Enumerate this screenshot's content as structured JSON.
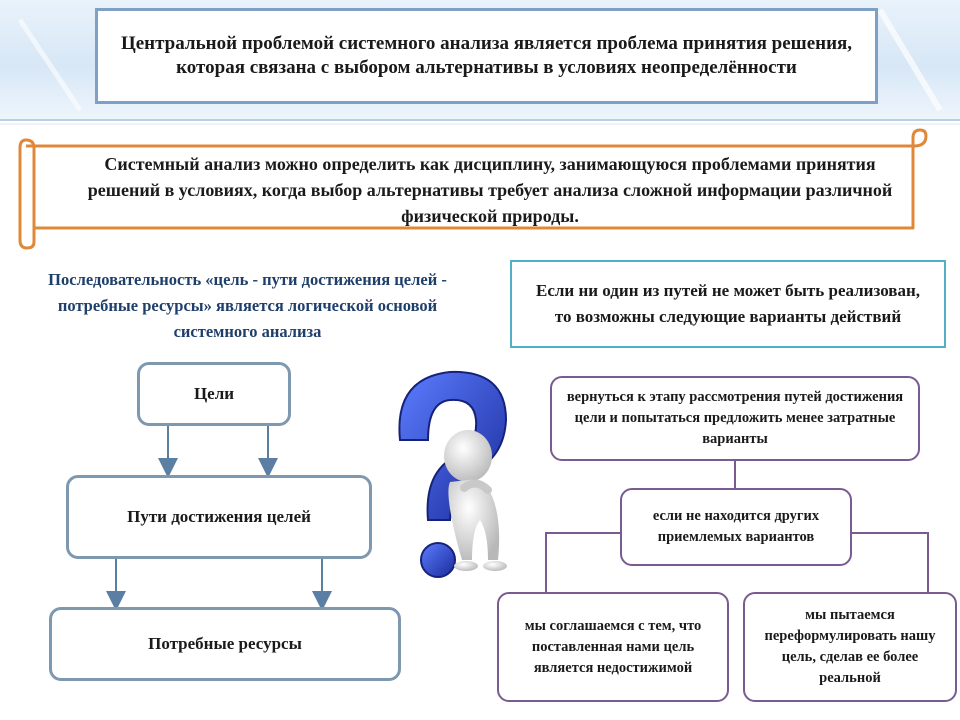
{
  "title": "Центральной проблемой системного анализа является проблема принятия решения, которая связана с выбором  альтернативы в условиях неопределённости",
  "definition": "Системный анализ можно определить как дисциплину, занимающуюся проблемами принятия решений в условиях, когда выбор альтернативы требует анализа сложной информации различной физической природы.",
  "left_caption": "Последовательность «цель - пути достижения целей - потребные ресурсы» является логической основой системного анализа",
  "flow": {
    "goals": "Цели",
    "paths": "Пути достижения целей",
    "resources": "Потребные ресурсы"
  },
  "right_header": "Если ни один из путей не может быть реализован, то возможны следующие варианты действий",
  "options": {
    "return": "вернуться к этапу рассмотрения путей достижения цели и попытаться предложить менее затратные варианты",
    "none_found": "если не находится других приемлемых вариантов",
    "agree": "мы соглашаемся с тем, что поставленная нами цель является недостижимой",
    "reformulate": "мы пытаемся переформулировать нашу цель, сделав ее более реальной"
  },
  "colors": {
    "flow_border": "#7e98b0",
    "arrow": "#5b7ea3",
    "option_border": "#7a5b91",
    "scroll_border": "#e0883a",
    "header_border": "#4fb0c6",
    "question_mark": "#2a3fb8"
  }
}
